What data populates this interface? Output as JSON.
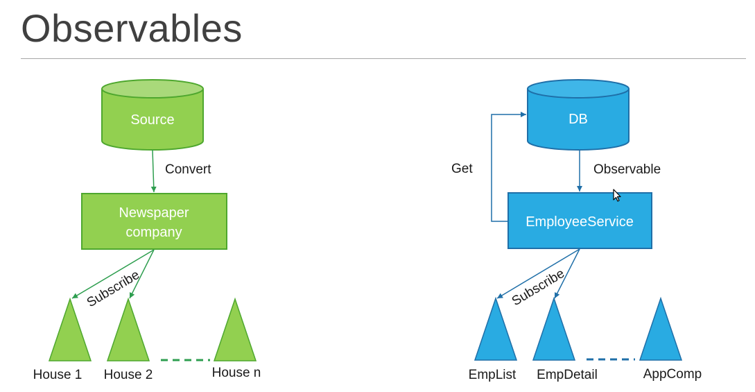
{
  "title": "Observables",
  "colors": {
    "green_fill": "#92d050",
    "green_stroke": "#4ea72e",
    "green_line": "#2e9e4f",
    "blue_fill": "#29abe2",
    "blue_stroke": "#1f6fa8",
    "blue_line": "#1f6fa8"
  },
  "left": {
    "source": "Source",
    "box_line1": "Newspaper",
    "box_line2": "company",
    "convert": "Convert",
    "subscribe": "Subscribe",
    "house1": "House 1",
    "house2": "House 2",
    "housen": "House n"
  },
  "right": {
    "db": "DB",
    "service": "EmployeeService",
    "get": "Get",
    "observable": "Observable",
    "subscribe": "Subscribe",
    "emplist": "EmpList",
    "empdetail": "EmpDetail",
    "appcomp": "AppComp"
  },
  "icons": {
    "cursor": "mouse-pointer-icon"
  }
}
